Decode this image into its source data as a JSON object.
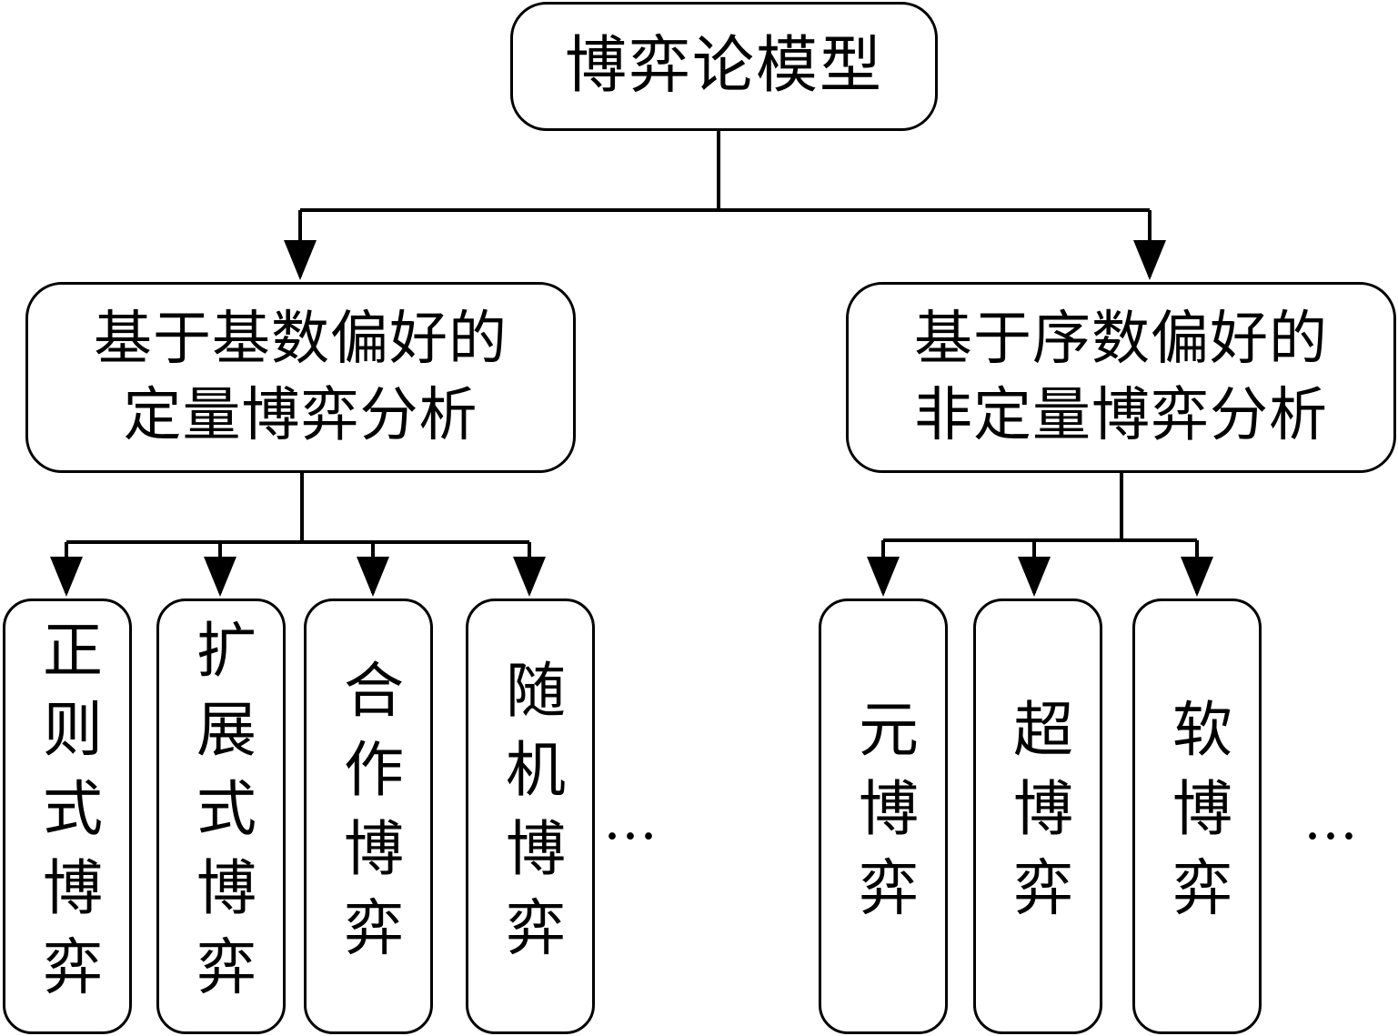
{
  "root": {
    "label": "博弈论模型"
  },
  "left_branch": {
    "label": "基于基数偏好的\n定量博弈分析",
    "children": [
      {
        "label": "正则式博弈"
      },
      {
        "label": "扩展式博弈"
      },
      {
        "label": "合作博弈"
      },
      {
        "label": "随机博弈"
      }
    ],
    "more": "…"
  },
  "right_branch": {
    "label": "基于序数偏好的\n非定量博弈分析",
    "children": [
      {
        "label": "元博弈"
      },
      {
        "label": "超博弈"
      },
      {
        "label": "软博弈"
      }
    ],
    "more": "…"
  }
}
